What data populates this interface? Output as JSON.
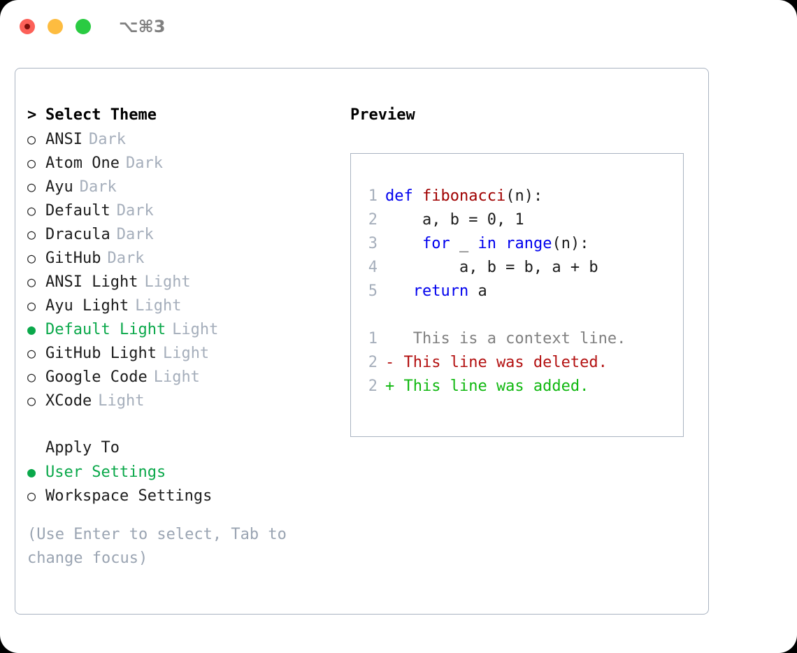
{
  "window": {
    "title_shortcut": "⌥⌘3",
    "traffic_lights": [
      {
        "name": "close-button",
        "color": "#fc6058"
      },
      {
        "name": "minimize-button",
        "color": "#fdbc40"
      },
      {
        "name": "maximize-button",
        "color": "#2acb42"
      }
    ]
  },
  "theme_list": {
    "header": "Select Theme",
    "header_caret": ">",
    "marker_unselected": "○",
    "marker_selected": "●",
    "items": [
      {
        "label": "ANSI",
        "tag": "Dark",
        "selected": false
      },
      {
        "label": "Atom One",
        "tag": "Dark",
        "selected": false
      },
      {
        "label": "Ayu",
        "tag": "Dark",
        "selected": false
      },
      {
        "label": "Default",
        "tag": "Dark",
        "selected": false
      },
      {
        "label": "Dracula",
        "tag": "Dark",
        "selected": false
      },
      {
        "label": "GitHub",
        "tag": "Dark",
        "selected": false
      },
      {
        "label": "ANSI Light",
        "tag": "Light",
        "selected": false
      },
      {
        "label": "Ayu Light",
        "tag": "Light",
        "selected": false
      },
      {
        "label": "Default Light",
        "tag": "Light",
        "selected": true
      },
      {
        "label": "GitHub Light",
        "tag": "Light",
        "selected": false
      },
      {
        "label": "Google Code",
        "tag": "Light",
        "selected": false
      },
      {
        "label": "XCode",
        "tag": "Light",
        "selected": false
      }
    ]
  },
  "apply_to": {
    "header": "Apply To",
    "items": [
      {
        "label": "User Settings",
        "selected": true
      },
      {
        "label": "Workspace Settings",
        "selected": false
      }
    ]
  },
  "hint": "(Use Enter to select, Tab to change focus)",
  "preview": {
    "title": "Preview",
    "code_lines": [
      {
        "no": "1",
        "tokens": [
          {
            "t": "def ",
            "c": "kw"
          },
          {
            "t": "fibonacci",
            "c": "fn"
          },
          {
            "t": "(n):",
            "c": "plain"
          }
        ]
      },
      {
        "no": "2",
        "tokens": [
          {
            "t": "    a, b = 0, 1",
            "c": "plain"
          }
        ]
      },
      {
        "no": "3",
        "tokens": [
          {
            "t": "    ",
            "c": "plain"
          },
          {
            "t": "for",
            "c": "kw"
          },
          {
            "t": " _ ",
            "c": "plain"
          },
          {
            "t": "in",
            "c": "kw"
          },
          {
            "t": " ",
            "c": "plain"
          },
          {
            "t": "range",
            "c": "kw"
          },
          {
            "t": "(n):",
            "c": "plain"
          }
        ]
      },
      {
        "no": "4",
        "tokens": [
          {
            "t": "        a, b = b, a + b",
            "c": "plain"
          }
        ]
      },
      {
        "no": "5",
        "tokens": [
          {
            "t": "   ",
            "c": "plain"
          },
          {
            "t": "return",
            "c": "kw"
          },
          {
            "t": " a",
            "c": "plain"
          }
        ]
      }
    ],
    "diff_lines": [
      {
        "no": "1",
        "marker": " ",
        "text": "  This is a context line.",
        "kind": "ctx"
      },
      {
        "no": "2",
        "marker": "-",
        "text": " This line was deleted.",
        "kind": "del"
      },
      {
        "no": "2",
        "marker": "+",
        "text": " This line was added.",
        "kind": "add"
      }
    ]
  },
  "colors": {
    "accent_green": "#0aa84a",
    "muted_gray": "#a5aebb",
    "hint_gray": "#9aa4b2",
    "border": "#a9b3c1",
    "keyword_blue": "#0000ee",
    "function_red": "#a00000",
    "diff_added": "#10b810",
    "diff_deleted": "#b31010",
    "diff_context": "#808080"
  }
}
